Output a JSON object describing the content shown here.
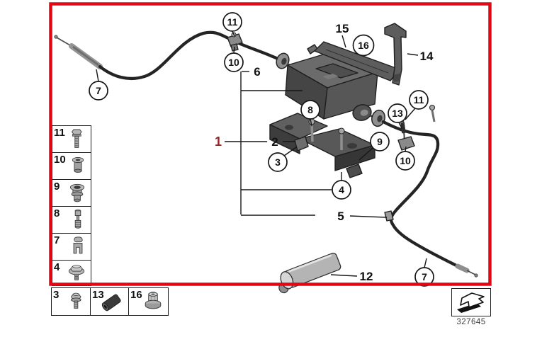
{
  "frame": {
    "border_color": "#e30613"
  },
  "diagram": {
    "highlight": {
      "label": "1",
      "color": "#9e2222"
    },
    "callouts": {
      "c7_left": "7",
      "c11_top": "11",
      "c10_top": "10",
      "c16": "16",
      "c8": "8",
      "c3": "3",
      "c9": "9",
      "c4": "4",
      "c13": "13",
      "c11_right": "11",
      "c10_right": "10",
      "c7_right": "7"
    },
    "labels": {
      "l6": "6",
      "l15": "15",
      "l14": "14",
      "l2": "2",
      "l5": "5",
      "l12": "12"
    }
  },
  "legend": {
    "column_items": [
      {
        "number": "11",
        "icon": "hex-bolt-icon"
      },
      {
        "number": "10",
        "icon": "rivet-nut-icon"
      },
      {
        "number": "9",
        "icon": "grommet-icon"
      },
      {
        "number": "8",
        "icon": "expansion-pin-icon"
      },
      {
        "number": "7",
        "icon": "cable-clamp-icon"
      },
      {
        "number": "4",
        "icon": "flange-nut-icon"
      }
    ],
    "row_items": [
      {
        "number": "3",
        "icon": "short-bolt-icon"
      },
      {
        "number": "13",
        "icon": "rubber-sleeve-icon"
      },
      {
        "number": "16",
        "icon": "cap-nut-icon"
      }
    ]
  },
  "footer": {
    "drawing_number": "327645",
    "arrow_icon": "page-turn-arrow-icon"
  }
}
